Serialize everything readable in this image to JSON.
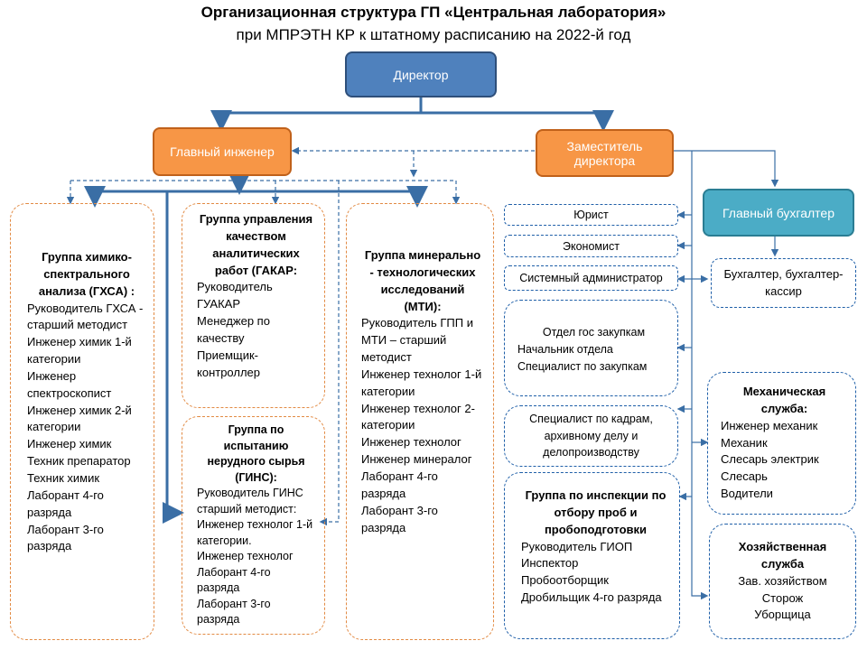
{
  "title": {
    "line1": "Организационная  структура ГП «Центральная  лаборатория»",
    "line2": "при МПРЭТН КР к штатному расписанию на 2022-й год"
  },
  "director": "Директор",
  "chief_engineer": "Главный инженер",
  "deputy_director": "Заместитель директора",
  "chief_accountant": "Главный бухгалтер",
  "gxsa": {
    "heading": "Группа химико-спектрального анализа (ГХСА) :",
    "items": [
      "Руководитель ГХСА  - старший методист",
      "Инженер химик 1-й категории",
      "Инженер спектроскопист",
      "Инженер химик 2-й категории",
      "Инженер химик",
      "Техник препаратор",
      "Техник химик",
      "Лаборант 4-го разряда",
      "Лаборант 3-го разряда"
    ]
  },
  "gakar": {
    "heading": "Группа управления качеством аналитических работ (ГАКАР:",
    "items": [
      "Руководитель ГУАКАР",
      "Менеджер по качеству",
      "Приемщик-контроллер"
    ]
  },
  "gins": {
    "heading": "Группа по испытанию нерудного сырья (ГИНС):",
    "items": [
      "Руководитель ГИНС старший методист:",
      "Инженер технолог 1-й категории.",
      "Инженер технолог",
      "Лаборант 4-го разряда",
      "Лаборант 3-го разряда"
    ]
  },
  "mti": {
    "heading": "Группа минерально - технологических исследований (МТИ):",
    "items": [
      "Руководитель ГПП и МТИ – старший методист",
      "Инженер технолог 1-й категории",
      "Инженер технолог 2-категории",
      "Инженер технолог",
      "Инженер минералог",
      "Лаборант 4-го разряда",
      "Лаборант 3-го разряда"
    ]
  },
  "lawyer": "Юрист",
  "economist": "Экономист",
  "sysadmin": "Системный администратор",
  "procurement": {
    "items": [
      "Отдел гос закупкам",
      "Начальник отдела",
      "Специалист по закупкам"
    ]
  },
  "hr": "Специалист по кадрам, архивному делу и делопроизводству",
  "giop": {
    "heading": "Группа по инспекции по отбору проб и пробоподготовки",
    "items": [
      "Руководитель ГИОП",
      "Инспектор",
      "Пробоотборщик",
      "Дробильщик 4-го разряда"
    ]
  },
  "accountant": "Бухгалтер, бухгалтер-кассир",
  "mechanical": {
    "heading": "Механическая служба:",
    "items": [
      "Инженер механик",
      "Механик",
      "Слесарь электрик",
      "Слесарь",
      "Водители"
    ]
  },
  "household": {
    "heading": "Хозяйственная служба",
    "items": [
      "Зав. хозяйством",
      "Сторож",
      "Уборщица"
    ]
  },
  "colors": {
    "blue": "#4f81bd",
    "orange": "#f79646",
    "teal": "#4bacc6",
    "line": "#3a6ea5",
    "dash_orange": "#e28a43",
    "dash_blue": "#1f5fa8"
  }
}
